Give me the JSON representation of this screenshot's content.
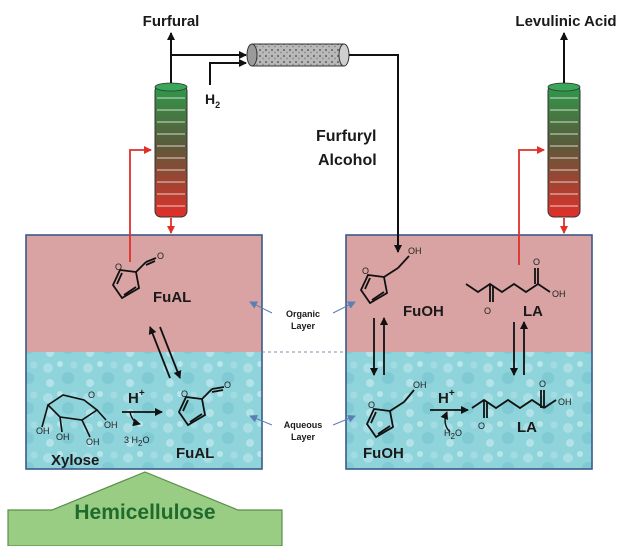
{
  "products": {
    "furfural": "Furfural",
    "levulinic_acid": "Levulinic Acid",
    "furfuryl_alcohol_line1": "Furfuryl",
    "furfuryl_alcohol_line2": "Alcohol",
    "h2_main": "H",
    "h2_sub": "2"
  },
  "layers": {
    "organic_line1": "Organic",
    "organic_line2": "Layer",
    "aqueous_line1": "Aqueous",
    "aqueous_line2": "Layer"
  },
  "left_reactor": {
    "organic_compound": "FuAL",
    "aqueous_compound": "FuAL",
    "feed": "Xylose",
    "catalyst_main": "H",
    "catalyst_sup": "+",
    "water": "3 H",
    "water_sub": "2",
    "water_end": "O"
  },
  "right_reactor": {
    "organic_compound_1": "FuOH",
    "organic_compound_2": "LA",
    "aqueous_compound_1": "FuOH",
    "aqueous_compound_2": "LA",
    "catalyst_main": "H",
    "catalyst_sup": "+",
    "water": "H",
    "water_sub": "2",
    "water_end": "O"
  },
  "feedstock": "Hemicellulose",
  "colors": {
    "organic": "#d9a3a3",
    "aqueous": "#8fd3db",
    "box_border": "#3b5a8a",
    "recycle_arrow": "#e0302a",
    "feed_arrow": "#9acd84",
    "feed_text": "#1f6b2e"
  },
  "atom_labels": {
    "oxygen": "O",
    "hydroxyl": "OH"
  }
}
